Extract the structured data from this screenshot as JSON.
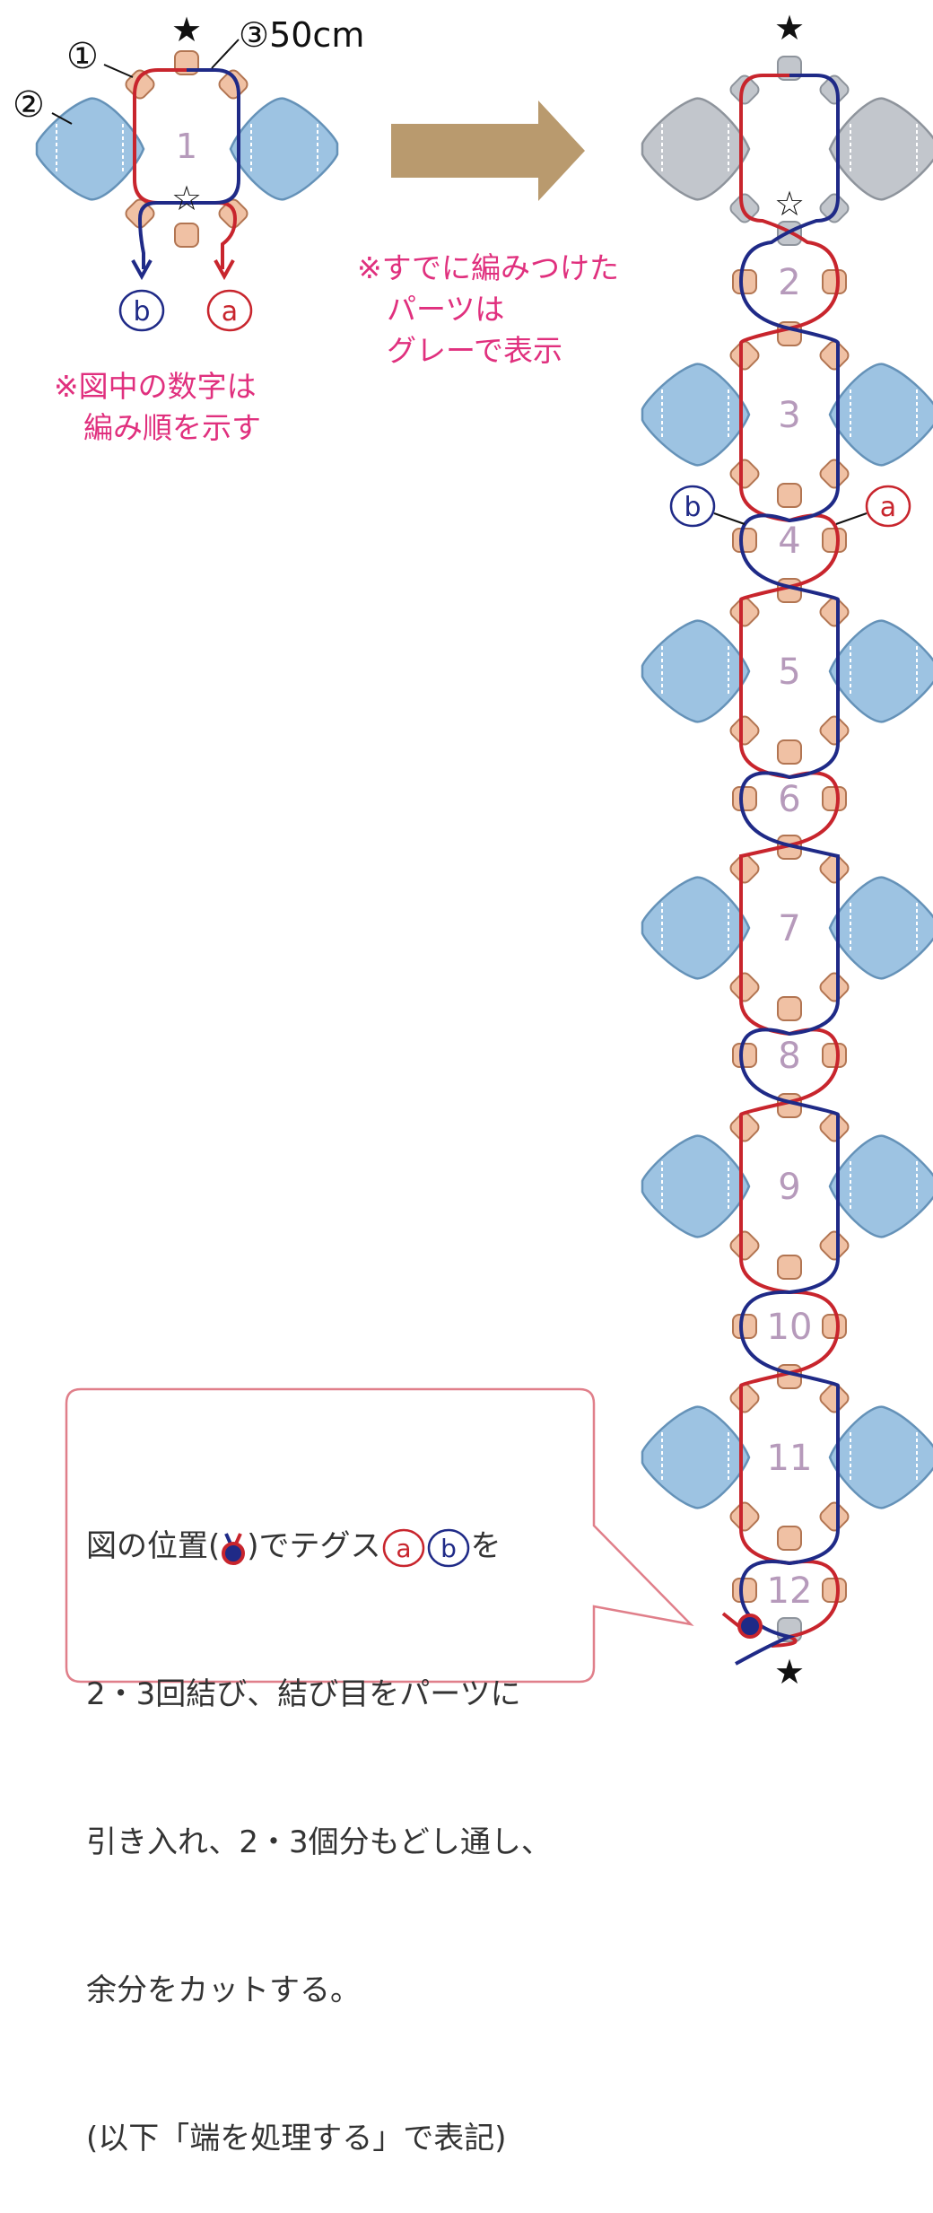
{
  "left_figure": {
    "labels": {
      "bead": "①",
      "drop": "②",
      "wire": "③50cm"
    },
    "unit_number": "1",
    "star_top": "★",
    "star_inner": "☆",
    "end_a": "a",
    "end_b": "b",
    "note": "※図中の数字は\n　編み順を示す"
  },
  "transition": {
    "note": "※すでに編みつけた\n　パーツは\n　グレーで表示"
  },
  "right_figure": {
    "unit_numbers": [
      "2",
      "3",
      "4",
      "5",
      "6",
      "7",
      "8",
      "9",
      "10",
      "11",
      "12"
    ],
    "gray_unit_star": "☆",
    "star_top": "★",
    "star_bottom": "★",
    "label_a": "a",
    "label_b": "b"
  },
  "callout": {
    "line1_pre": "図の位置(",
    "line1_mid": ")でテグス",
    "line1_post": "を",
    "line2": "2・3回結び、結び目をパーツに",
    "line3": "引き入れ、2・3個分もどし通し、",
    "line4": "余分をカットする。",
    "line5": "(以下「端を処理する」で表記)"
  },
  "colors": {
    "red_wire": "#c8252d",
    "blue_wire": "#1f2a87",
    "bead_fill": "#f0c1a4",
    "bead_stroke": "#b27552",
    "drop_fill": "#9dc3e2",
    "drop_stroke": "#6592b8",
    "gray_fill": "#c2c6cc",
    "gray_stroke": "#8e949c",
    "number": "#b69abb",
    "note_pink": "#e0307e",
    "arrow": "#b99a6e",
    "callout_border": "#e07f8a"
  }
}
